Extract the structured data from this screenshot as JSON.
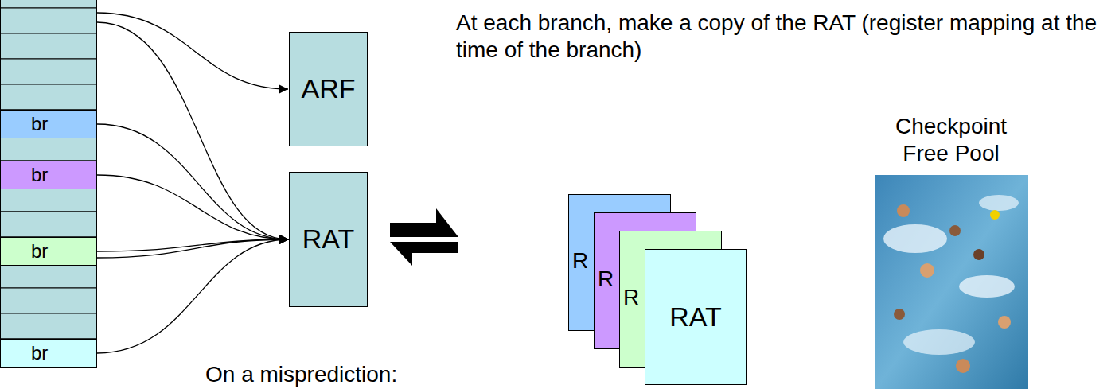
{
  "diagram": {
    "nodes": [
      {
        "text": [
          "br"
        ]
      },
      {
        "text": [
          "br"
        ]
      },
      {
        "text": [
          "br"
        ]
      },
      {
        "text": [
          "br"
        ]
      },
      {
        "text": [
          "ARF"
        ]
      },
      {
        "text": [
          "RAT"
        ]
      },
      {
        "text": [
          "RAT"
        ]
      }
    ],
    "edges": [
      {
        "from": 0,
        "to": 5,
        "arrow": "to"
      },
      {
        "from": 1,
        "to": 5,
        "arrow": "to"
      },
      {
        "from": 2,
        "to": 5,
        "arrow": "to"
      },
      {
        "from": 3,
        "to": 5,
        "arrow": "to"
      }
    ],
    "labels": [
      "At each branch, make a copy of the RAT (register mapping at the time of the branch)",
      "R",
      "R",
      "R",
      "Checkpoint Free Pool",
      "On a misprediction:"
    ]
  }
}
